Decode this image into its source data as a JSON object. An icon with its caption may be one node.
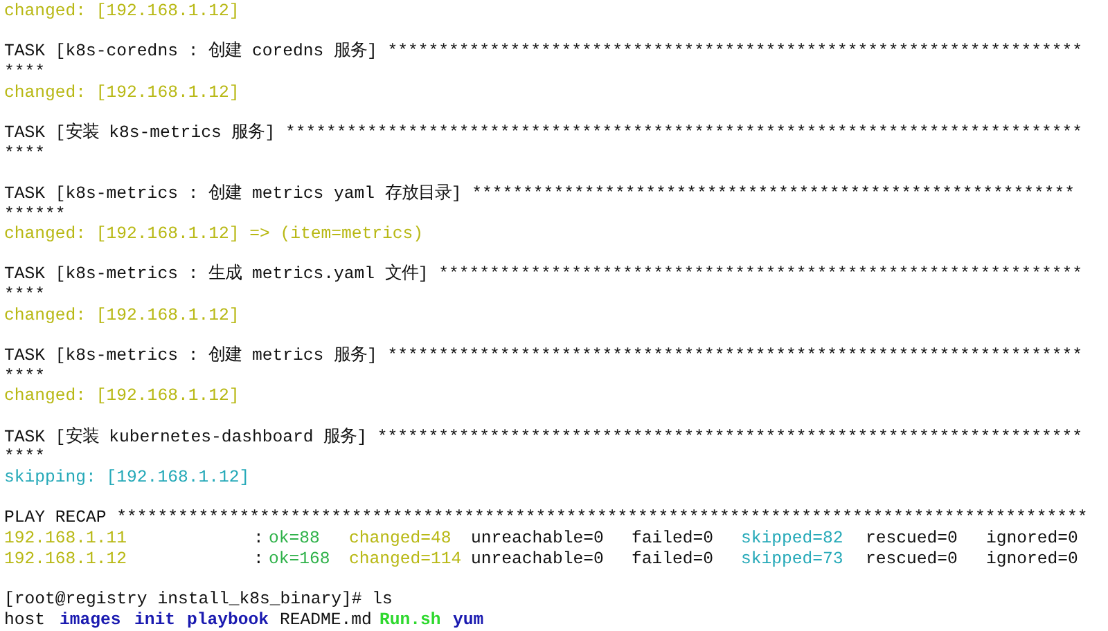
{
  "diagram": {
    "labels": [
      "changed: [192.168.1.12]",
      "TASK [k8s-coredns : 创建 coredns 服务] ********************************************************************",
      "****",
      "changed: [192.168.1.12]",
      "TASK [安装 k8s-metrics 服务] ******************************************************************************",
      "****",
      "TASK [k8s-metrics : 创建 metrics yaml 存放目录] ***********************************************************",
      "******",
      "changed: [192.168.1.12] => (item=metrics)",
      "TASK [k8s-metrics : 生成 metrics.yaml 文件] ***************************************************************",
      "****",
      "changed: [192.168.1.12]",
      "TASK [k8s-metrics : 创建 metrics 服务] ********************************************************************",
      "****",
      "changed: [192.168.1.12]",
      "TASK [安装 kubernetes-dashboard 服务] *********************************************************************",
      "****",
      "skipping: [192.168.1.12]",
      "PLAY RECAP ***********************************************************************************************",
      "192.168.1.11",
      ":",
      "ok=88",
      "changed=48",
      "unreachable=0",
      "failed=0",
      "skipped=82",
      "rescued=0",
      "ignored=0",
      "192.168.1.12",
      ":",
      "ok=168",
      "changed=114",
      "unreachable=0",
      "failed=0",
      "skipped=73",
      "rescued=0",
      "ignored=0",
      "[root@registry install_k8s_binary]# ls",
      "host",
      "images",
      "init",
      "playbook",
      "README.md",
      "Run.sh",
      "yum"
    ]
  }
}
